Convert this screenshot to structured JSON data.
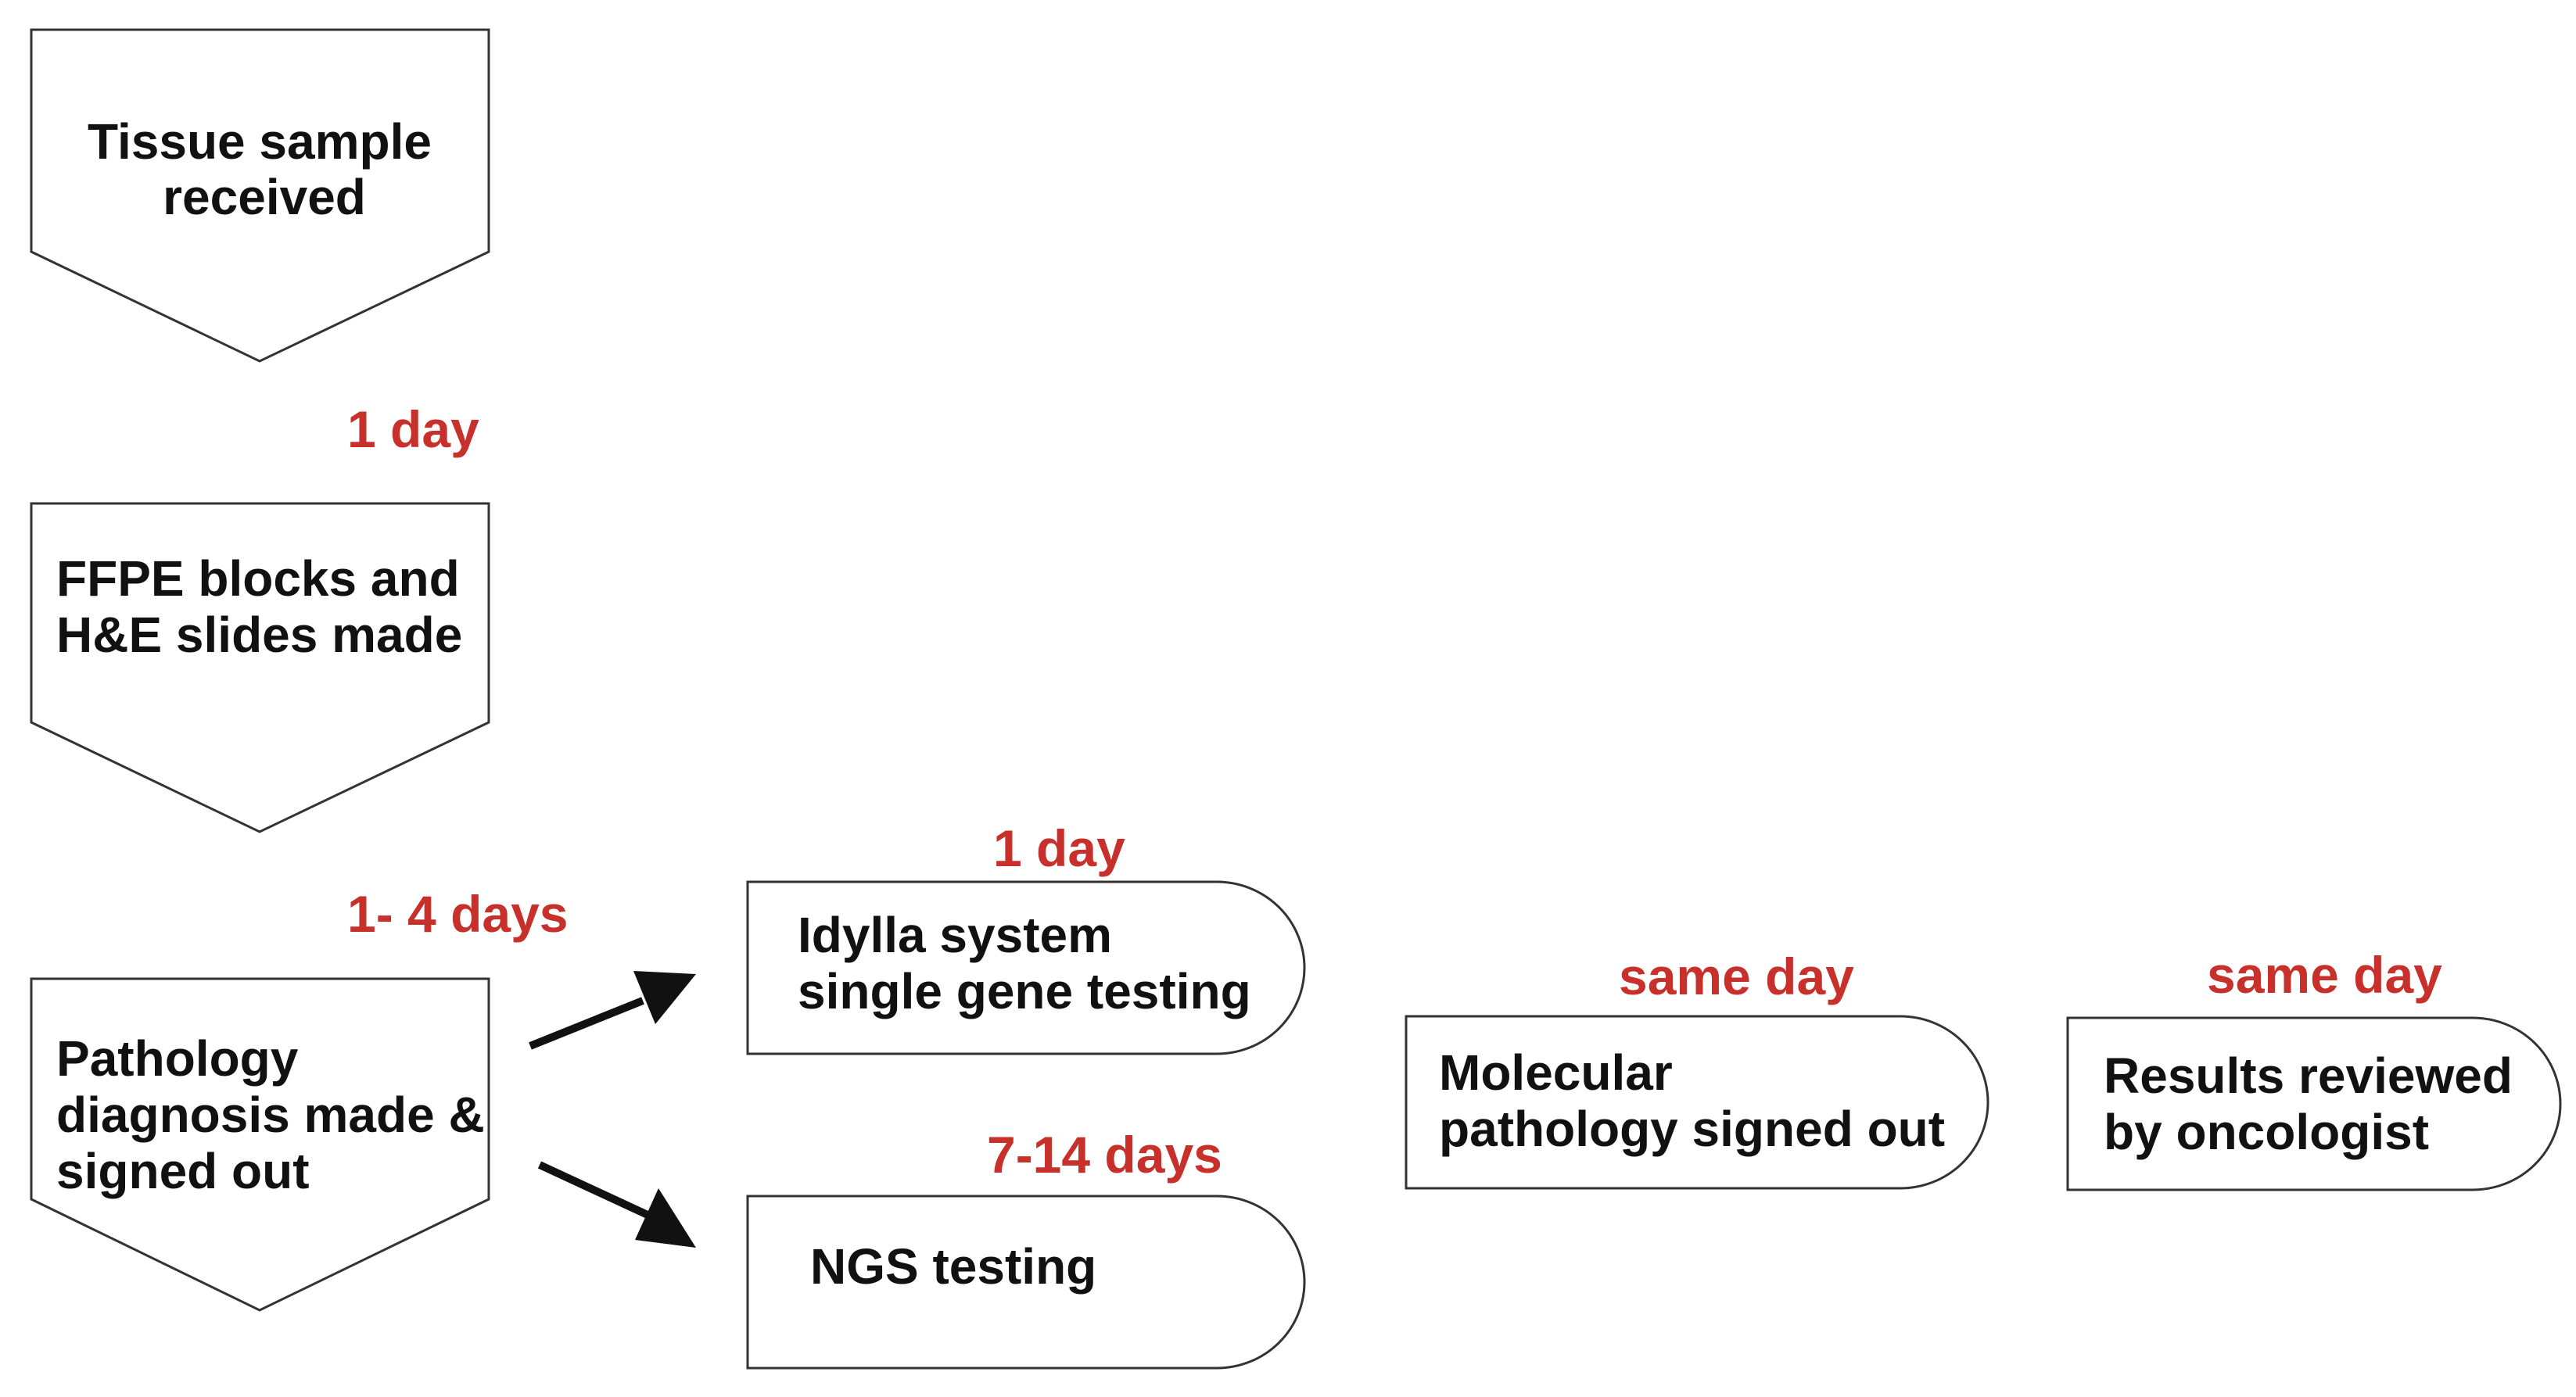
{
  "steps": {
    "tissue_sample": [
      "Tissue sample",
      "received"
    ],
    "ffpe_blocks": [
      "FFPE blocks and",
      "H&E slides made"
    ],
    "pathology_diagnosis": [
      "Pathology",
      "diagnosis made &",
      "signed out"
    ],
    "idylla_testing": [
      "Idylla system",
      "single gene testing"
    ],
    "ngs_testing": [
      "NGS testing"
    ],
    "molecular_signed_out": [
      "Molecular",
      "pathology signed out"
    ],
    "results_reviewed": [
      "Results reviewed",
      "by oncologist"
    ]
  },
  "durations": {
    "tissue_to_ffpe": "1 day",
    "ffpe_to_pathology": "1- 4 days",
    "idylla": "1 day",
    "ngs": "7-14 days",
    "molecular": "same day",
    "results": "same day"
  },
  "colors": {
    "duration_text": "#c8302b",
    "label_text": "#111111",
    "shape_stroke": "#333333",
    "arrow": "#111111"
  }
}
